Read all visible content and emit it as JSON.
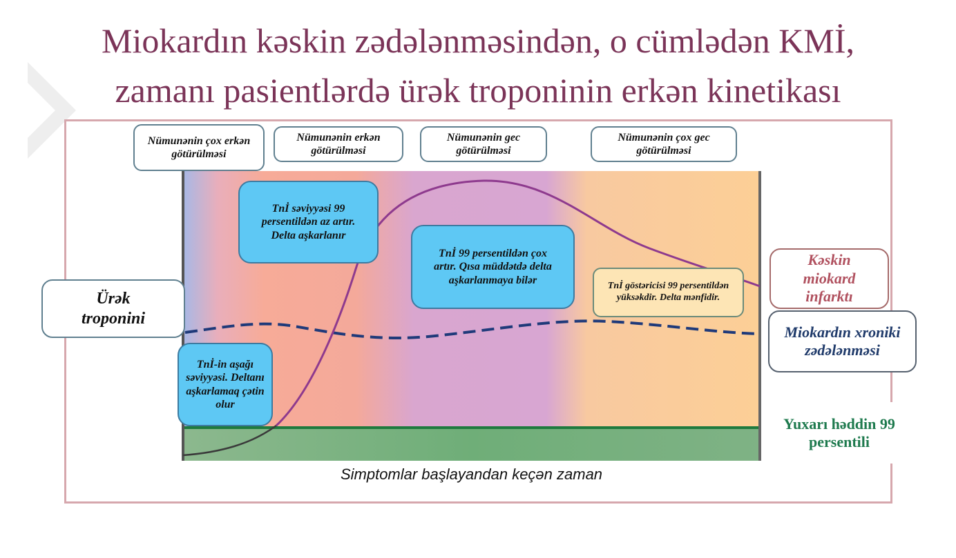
{
  "title": {
    "line1": "Miokardın kəskin zədələnməsindən, o cümlədən KMİ,",
    "line2": "zamanı pasientlərdə ürək troponinin erkən kinetikası"
  },
  "sampling_labels": [
    "Nümunənin çox erkən götürülməsi",
    "Nümunənin erkən götürülməsi",
    "Nümunənin gec götürülməsi",
    "Nümunənin çox gec götürülməsi"
  ],
  "annotations": {
    "rise_small": "Tnİ səviyyəsi 99 persentildən az artır. Delta aşkarlanır",
    "rise_large": "Tnİ 99 persentildən çox artır. Qısa müddətdə delta aşkarlanmaya bilər",
    "late": "Tnİ göstəricisi 99 persentildən yüksəkdir. Delta mənfidir.",
    "low": "Tnİ-in aşağı səviyyəsi. Deltanı aşkarlamaq çətin olur"
  },
  "y_label": "Ürək troponini",
  "x_label": "Simptomlar başlayandan keçən zaman",
  "legend": {
    "acute": "Kəskin miokard infarktı",
    "chronic": "Miokardın xroniki zədələnməsi",
    "threshold": "Yuxarı həddin 99 persentili"
  },
  "colors": {
    "title": "#7b3458",
    "acute_curve": "#8e3a8e",
    "chronic_curve": "#1f3a7a",
    "threshold": "#1e7a3e"
  }
}
